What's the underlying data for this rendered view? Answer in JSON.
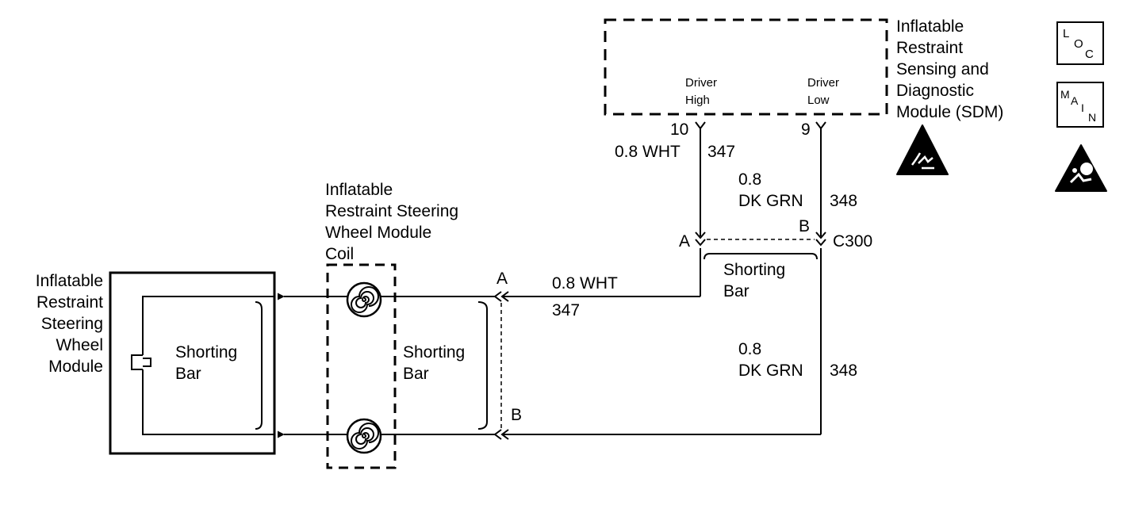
{
  "sdm": {
    "label_lines": [
      "Inflatable",
      "Restraint",
      "Sensing and",
      "Diagnostic",
      "Module (SDM)"
    ],
    "pin_high_label": [
      "Driver",
      "High"
    ],
    "pin_low_label": [
      "Driver",
      "Low"
    ],
    "pin_high_number": "10",
    "pin_low_number": "9"
  },
  "wires": {
    "high_upper_gauge": "0.8 WHT",
    "high_upper_circuit": "347",
    "low_upper_gauge": "0.8",
    "low_upper_color": "DK GRN",
    "low_upper_circuit": "348",
    "high_lower_gauge": "0.8 WHT",
    "high_lower_circuit": "347",
    "low_lower_gauge": "0.8",
    "low_lower_color": "DK GRN",
    "low_lower_circuit": "348"
  },
  "connector_c300": {
    "name": "C300",
    "pin_a": "A",
    "pin_b": "B",
    "shorting_bar": [
      "Shorting",
      "Bar"
    ]
  },
  "coil": {
    "label_lines": [
      "Inflatable",
      "Restraint Steering",
      "Wheel Module",
      "Coil"
    ],
    "pin_a": "A",
    "pin_b": "B",
    "shorting_bar": [
      "Shorting",
      "Bar"
    ]
  },
  "module": {
    "label_lines": [
      "Inflatable",
      "Restraint",
      "Steering",
      "Wheel",
      "Module"
    ],
    "shorting_bar": [
      "Shorting",
      "Bar"
    ]
  },
  "icons": {
    "loc": [
      "L",
      "O",
      "C"
    ],
    "main": [
      "M",
      "A",
      "I",
      "N"
    ],
    "esd": "esd-warning-icon",
    "airbag": "airbag-warning-icon"
  }
}
